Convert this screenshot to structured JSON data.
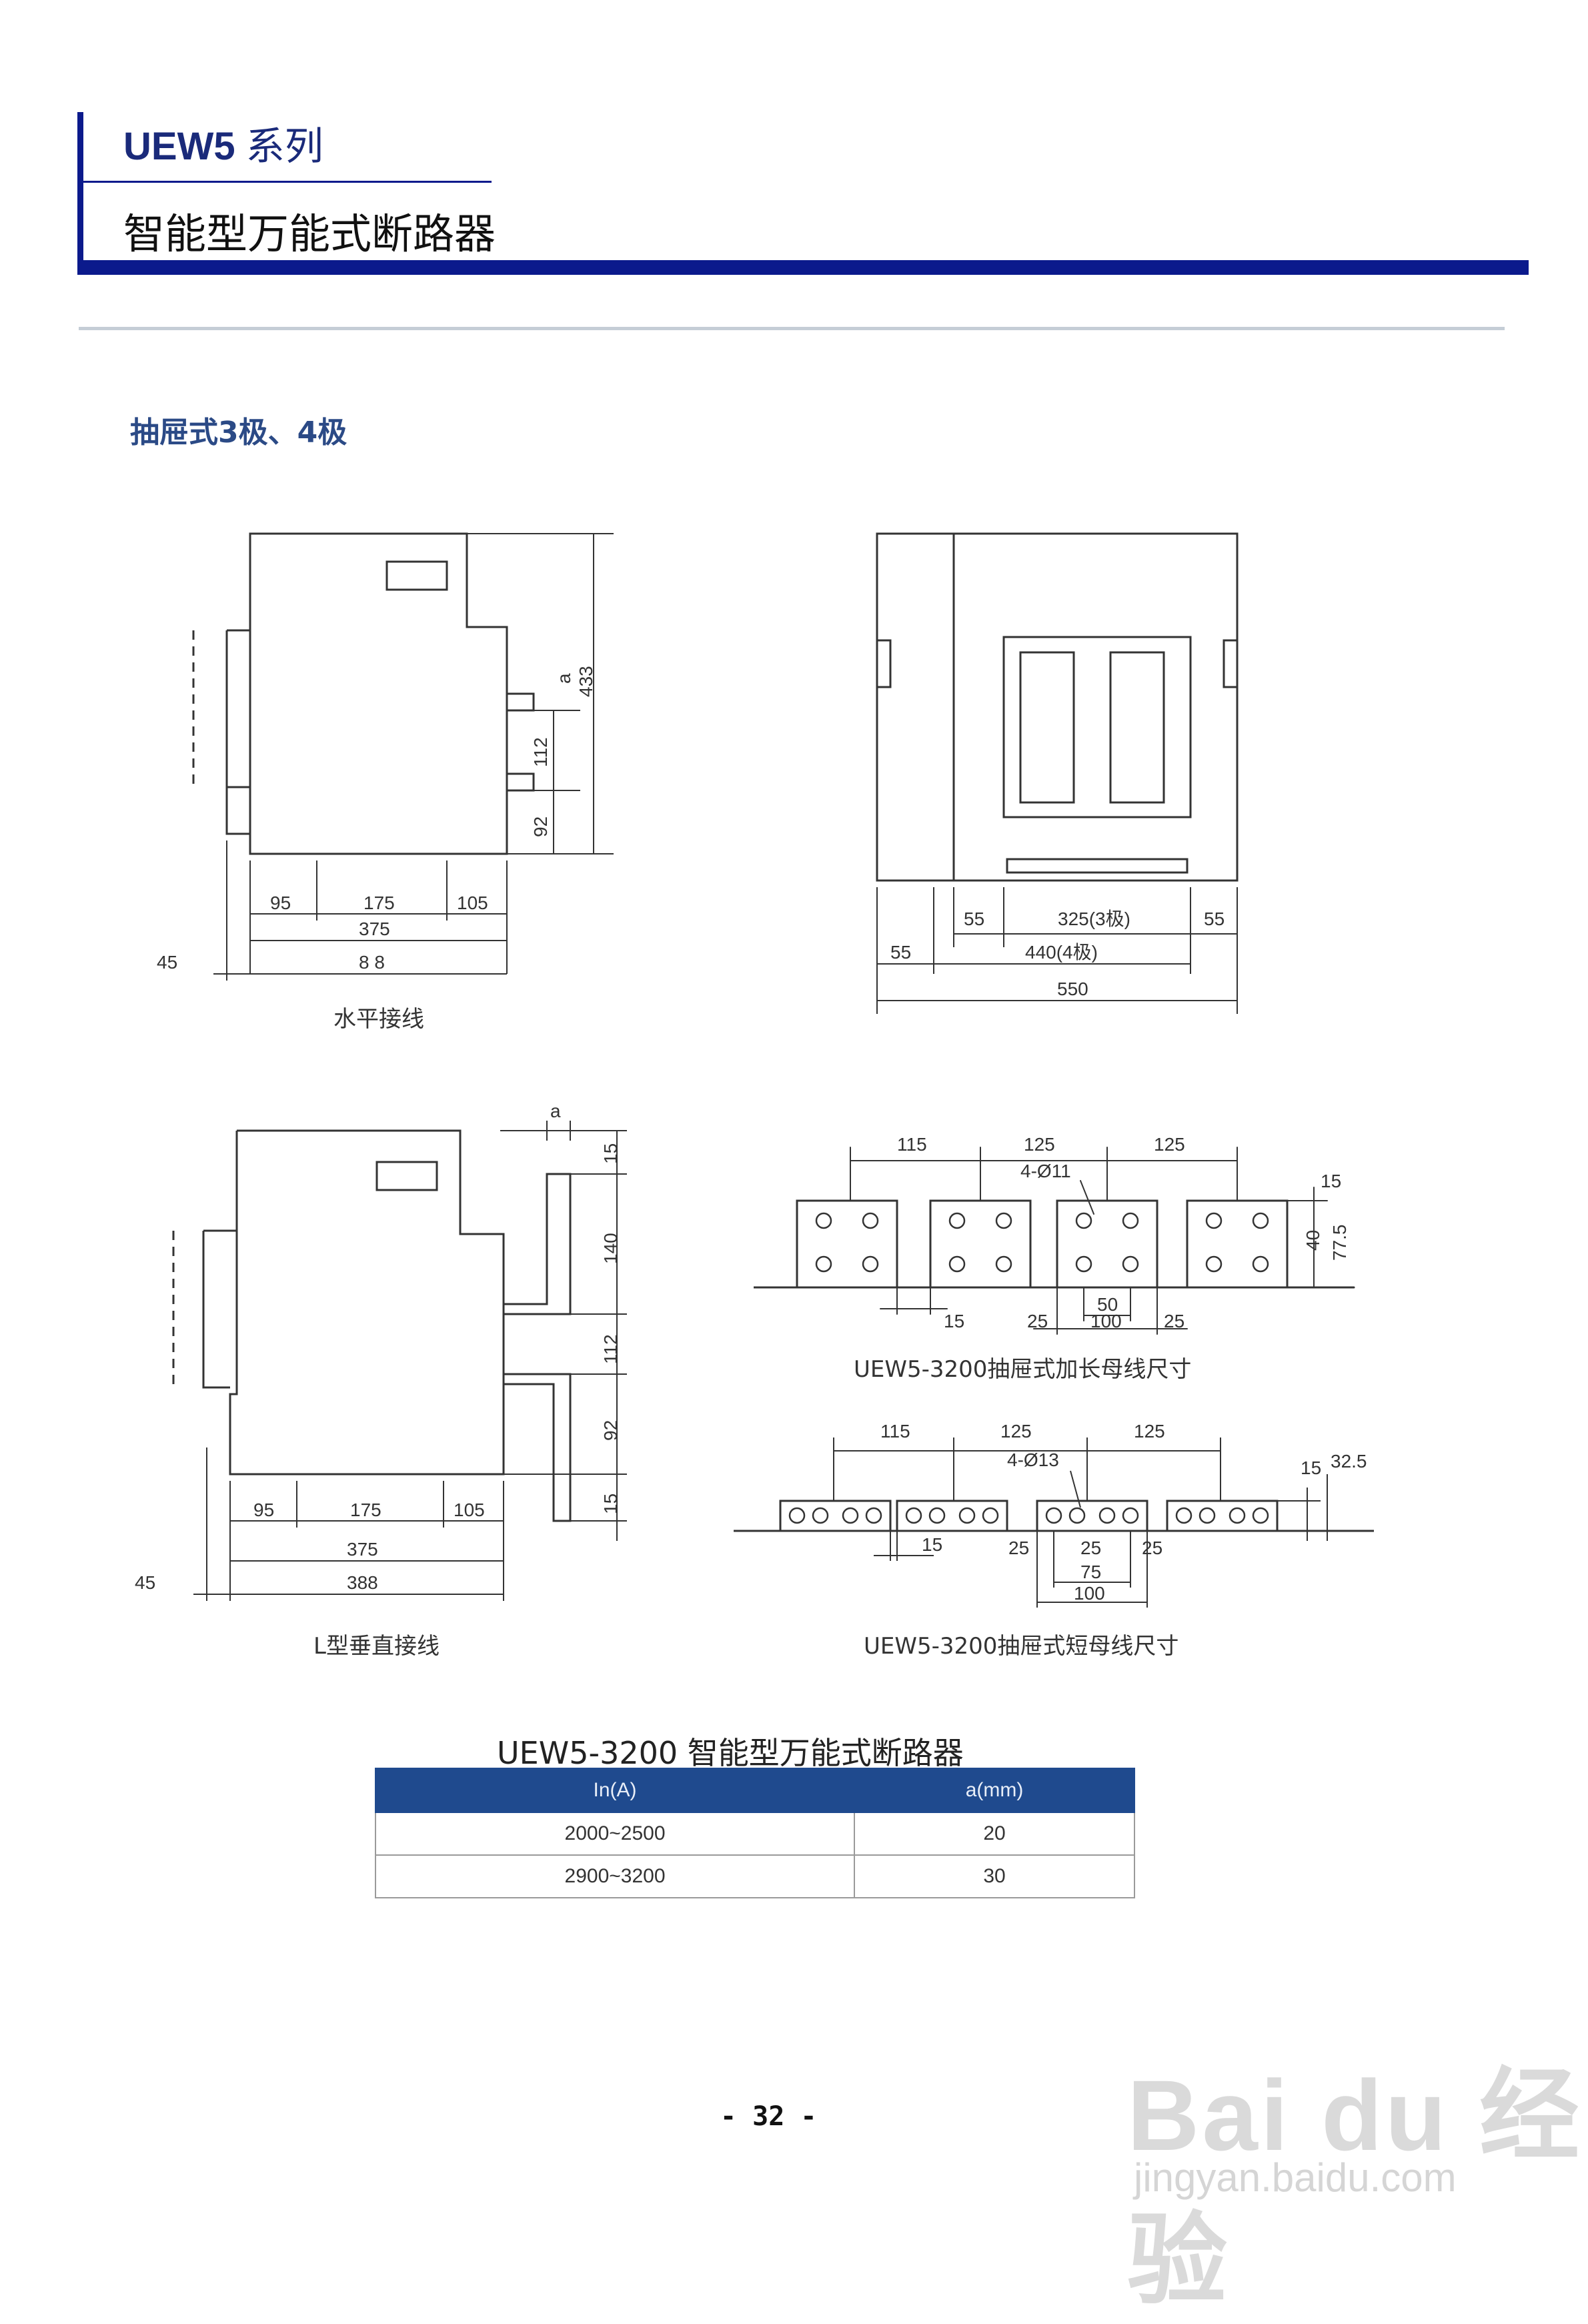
{
  "header": {
    "series_code": "UEW5",
    "series_word": "系列",
    "product_name": "智能型万能式断路器",
    "accent_color": "#0b1a8c"
  },
  "section_title": "抽屉式3极、4极",
  "drawings": {
    "horizontal": {
      "caption": "水平接线",
      "dims": {
        "a": "a",
        "h433": "433",
        "h112": "112",
        "h92": "92",
        "w95": "95",
        "w175": "175",
        "w105": "105",
        "w375": "375",
        "w88": "8 8",
        "w45": "45"
      }
    },
    "front": {
      "dims": {
        "w55a": "55",
        "w325": "325(3极)",
        "w55b": "55",
        "w55c": "55",
        "w440": "440(4极)",
        "w550": "550"
      }
    },
    "l_vertical": {
      "caption": "L型垂直接线",
      "dims": {
        "a": "a",
        "h15a": "15",
        "h140": "140",
        "h112": "112",
        "h92": "92",
        "h15b": "15",
        "w95": "95",
        "w175": "175",
        "w105": "105",
        "w375": "375",
        "w388": "388",
        "w45": "45"
      }
    },
    "long_bus": {
      "caption": "UEW5-3200抽屉式加长母线尺寸",
      "dims": {
        "d115": "115",
        "d125a": "125",
        "d125b": "125",
        "holes": "4-Ø11",
        "d15": "15",
        "d25a": "25",
        "d50": "50",
        "d100": "100",
        "d25b": "25",
        "v15": "15",
        "v40": "40",
        "v775": "77.5"
      }
    },
    "short_bus": {
      "caption": "UEW5-3200抽屉式短母线尺寸",
      "dims": {
        "d115": "115",
        "d125a": "125",
        "d125b": "125",
        "holes": "4-Ø13",
        "d15": "15",
        "d25a": "25",
        "d25b": "25",
        "d25c": "25",
        "d75": "75",
        "d100": "100",
        "v15": "15",
        "v325": "32.5"
      }
    }
  },
  "table": {
    "title": "UEW5-3200 智能型万能式断路器",
    "headers": [
      "In(A)",
      "a(mm)"
    ],
    "rows": [
      [
        "2000~2500",
        "20"
      ],
      [
        "2900~3200",
        "30"
      ]
    ],
    "header_color": "#1f4a8e"
  },
  "page_number": "- 32 -",
  "watermark": {
    "logo": "Bai du 经验",
    "url": "jingyan.baidu.com"
  }
}
